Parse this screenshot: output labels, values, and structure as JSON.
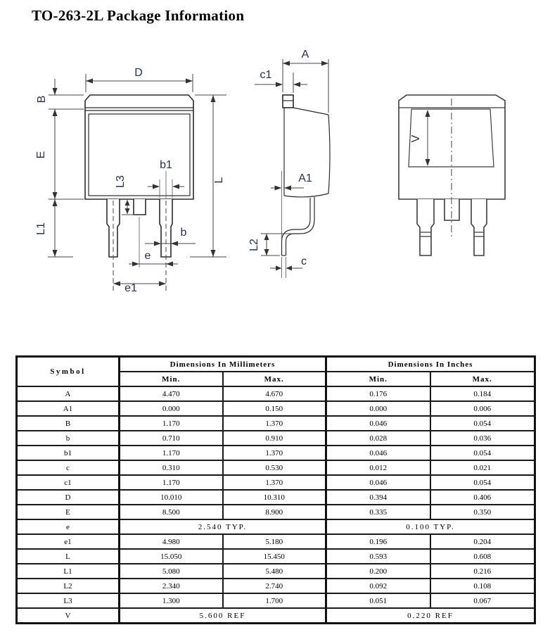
{
  "page": {
    "title": "TO-263-2L Package Information"
  },
  "drawing": {
    "front": {
      "labels": {
        "D": "D",
        "B": "B",
        "E": "E",
        "L1": "L1",
        "L": "L",
        "b1": "b1",
        "L3": "L3",
        "b": "b",
        "e": "e",
        "e1": "e1"
      }
    },
    "side": {
      "labels": {
        "A": "A",
        "c1": "c1",
        "A1": "A1",
        "L2": "L2",
        "c": "c"
      }
    },
    "back": {
      "labels": {
        "V": "V"
      }
    }
  },
  "table": {
    "col_headers": {
      "symbol": "Symbol",
      "mm": "Dimensions In Millimeters",
      "inch": "Dimensions In Inches",
      "min": "Min.",
      "max": "Max."
    },
    "rows": [
      {
        "symbol": "A",
        "mm_min": "4.470",
        "mm_max": "4.670",
        "in_min": "0.176",
        "in_max": "0.184"
      },
      {
        "symbol": "A1",
        "mm_min": "0.000",
        "mm_max": "0.150",
        "in_min": "0.000",
        "in_max": "0.006"
      },
      {
        "symbol": "B",
        "mm_min": "1.170",
        "mm_max": "1.370",
        "in_min": "0.046",
        "in_max": "0.054"
      },
      {
        "symbol": "b",
        "mm_min": "0.710",
        "mm_max": "0.910",
        "in_min": "0.028",
        "in_max": "0.036"
      },
      {
        "symbol": "b1",
        "mm_min": "1.170",
        "mm_max": "1.370",
        "in_min": "0.046",
        "in_max": "0.054"
      },
      {
        "symbol": "c",
        "mm_min": "0.310",
        "mm_max": "0.530",
        "in_min": "0.012",
        "in_max": "0.021"
      },
      {
        "symbol": "c1",
        "mm_min": "1.170",
        "mm_max": "1.370",
        "in_min": "0.046",
        "in_max": "0.054"
      },
      {
        "symbol": "D",
        "mm_min": "10.010",
        "mm_max": "10.310",
        "in_min": "0.394",
        "in_max": "0.406"
      },
      {
        "symbol": "E",
        "mm_min": "8.500",
        "mm_max": "8.900",
        "in_min": "0.335",
        "in_max": "0.350"
      },
      {
        "symbol": "e",
        "mm_span": "2.540 TYP.",
        "in_span": "0.100 TYP."
      },
      {
        "symbol": "e1",
        "mm_min": "4.980",
        "mm_max": "5.180",
        "in_min": "0.196",
        "in_max": "0.204"
      },
      {
        "symbol": "L",
        "mm_min": "15.050",
        "mm_max": "15.450",
        "in_min": "0.593",
        "in_max": "0.608"
      },
      {
        "symbol": "L1",
        "mm_min": "5.080",
        "mm_max": "5.480",
        "in_min": "0.200",
        "in_max": "0.216"
      },
      {
        "symbol": "L2",
        "mm_min": "2.340",
        "mm_max": "2.740",
        "in_min": "0.092",
        "in_max": "0.108"
      },
      {
        "symbol": "L3",
        "mm_min": "1.300",
        "mm_max": "1.700",
        "in_min": "0.051",
        "in_max": "0.067"
      },
      {
        "symbol": "V",
        "mm_span": "5.600 REF",
        "in_span": "0.220 REF"
      }
    ]
  }
}
